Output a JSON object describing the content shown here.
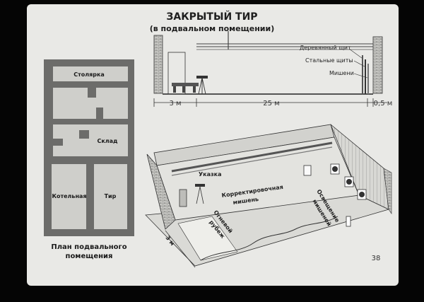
{
  "title": "ЗАКРЫТЫЙ ТИР",
  "subtitle": "(в подвальном помещении)",
  "section_labels": {
    "wood_shield": "Деревянный щит",
    "steel_shields": "Стальные щиты",
    "targets": "Мишени"
  },
  "dimensions": {
    "left": "3 м",
    "middle": "25 м",
    "right": "0,5 м",
    "side": "3 м"
  },
  "plan": {
    "rooms": {
      "carpentry": "Столярка",
      "storage": "Склад",
      "boiler": "Котельная",
      "range": "Тир"
    },
    "caption_line1": "План подвального",
    "caption_line2": "помещения"
  },
  "perspective_labels": {
    "pointer": "Указка",
    "correction_target_line1": "Корректировочная",
    "correction_target_line2": "мишень",
    "firing_line_line1": "Огневой",
    "firing_line_line2": "рубеж",
    "target_lighting_line1": "Освещение",
    "target_lighting_line2": "мишеней"
  },
  "slide_number": "38"
}
